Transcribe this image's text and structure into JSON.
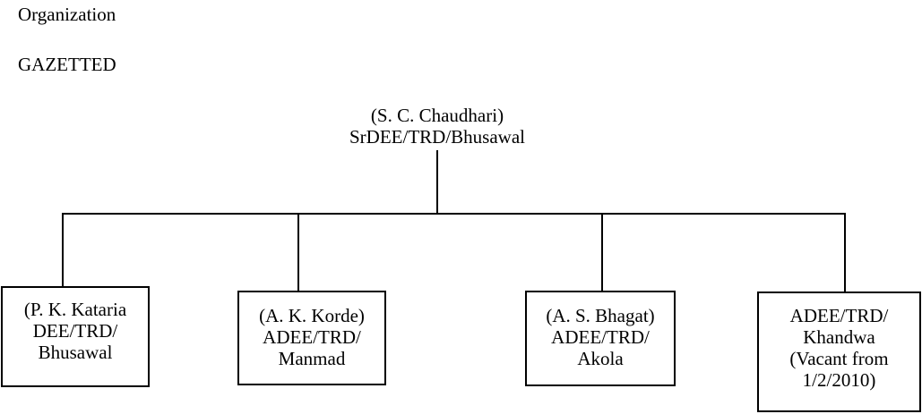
{
  "headings": {
    "organization": "Organization",
    "category": "GAZETTED"
  },
  "root": {
    "lines": [
      "(S. C. Chaudhari)",
      "SrDEE/TRD/Bhusawal"
    ]
  },
  "nodes": [
    {
      "lines": [
        "(P. K. Kataria",
        "DEE/TRD/",
        "Bhusawal"
      ]
    },
    {
      "lines": [
        "(A. K. Korde)",
        "ADEE/TRD/",
        "Manmad"
      ]
    },
    {
      "lines": [
        "(A. S. Bhagat)",
        "ADEE/TRD/",
        "Akola"
      ]
    },
    {
      "lines": [
        "ADEE/TRD/",
        "Khandwa",
        "(Vacant from",
        "1/2/2010)"
      ]
    }
  ]
}
